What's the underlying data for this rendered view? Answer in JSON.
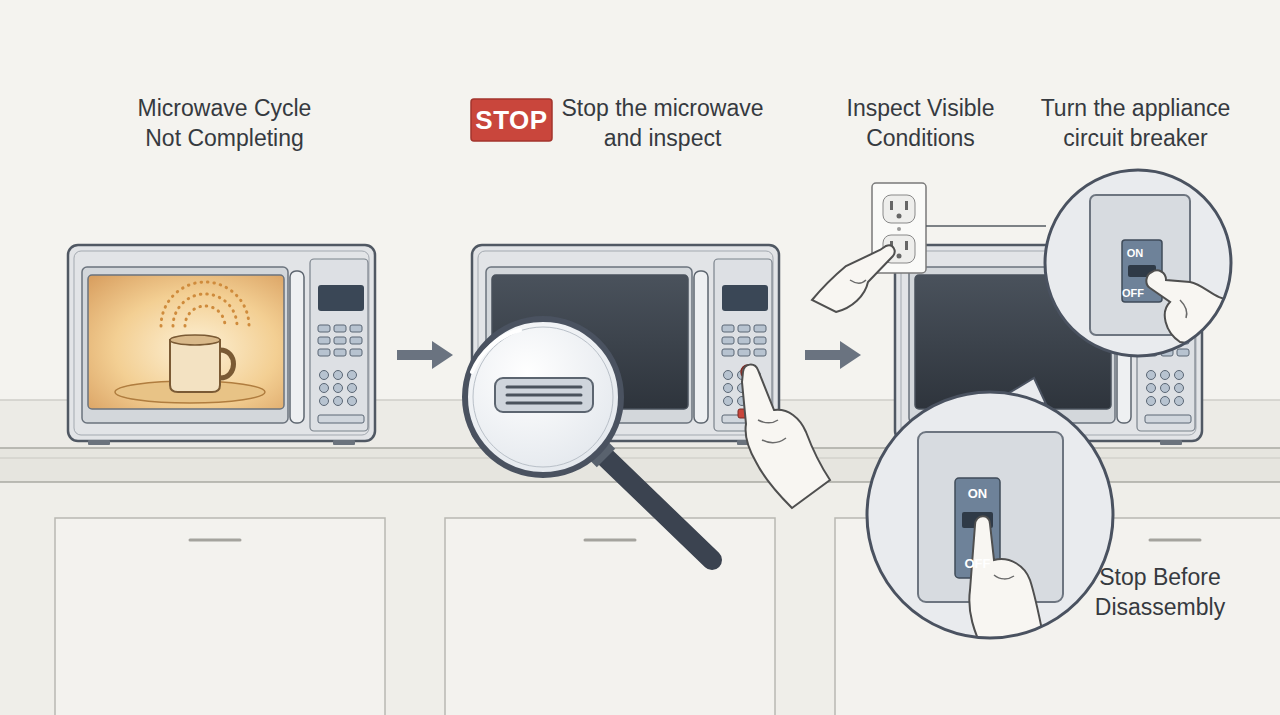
{
  "diagram": {
    "nodes": [
      {
        "text": [
          "STOP"
        ]
      },
      {
        "text": [
          "ON",
          "OFF"
        ]
      },
      {
        "text": [
          "ON",
          "OFF"
        ]
      }
    ],
    "labels": [
      "Microwave Cycle Not Completing",
      "Stop the microwave and inspect",
      "Inspect Visible Conditions",
      "Turn the appliance circuit breaker",
      "Stop Before Disassembly"
    ]
  }
}
